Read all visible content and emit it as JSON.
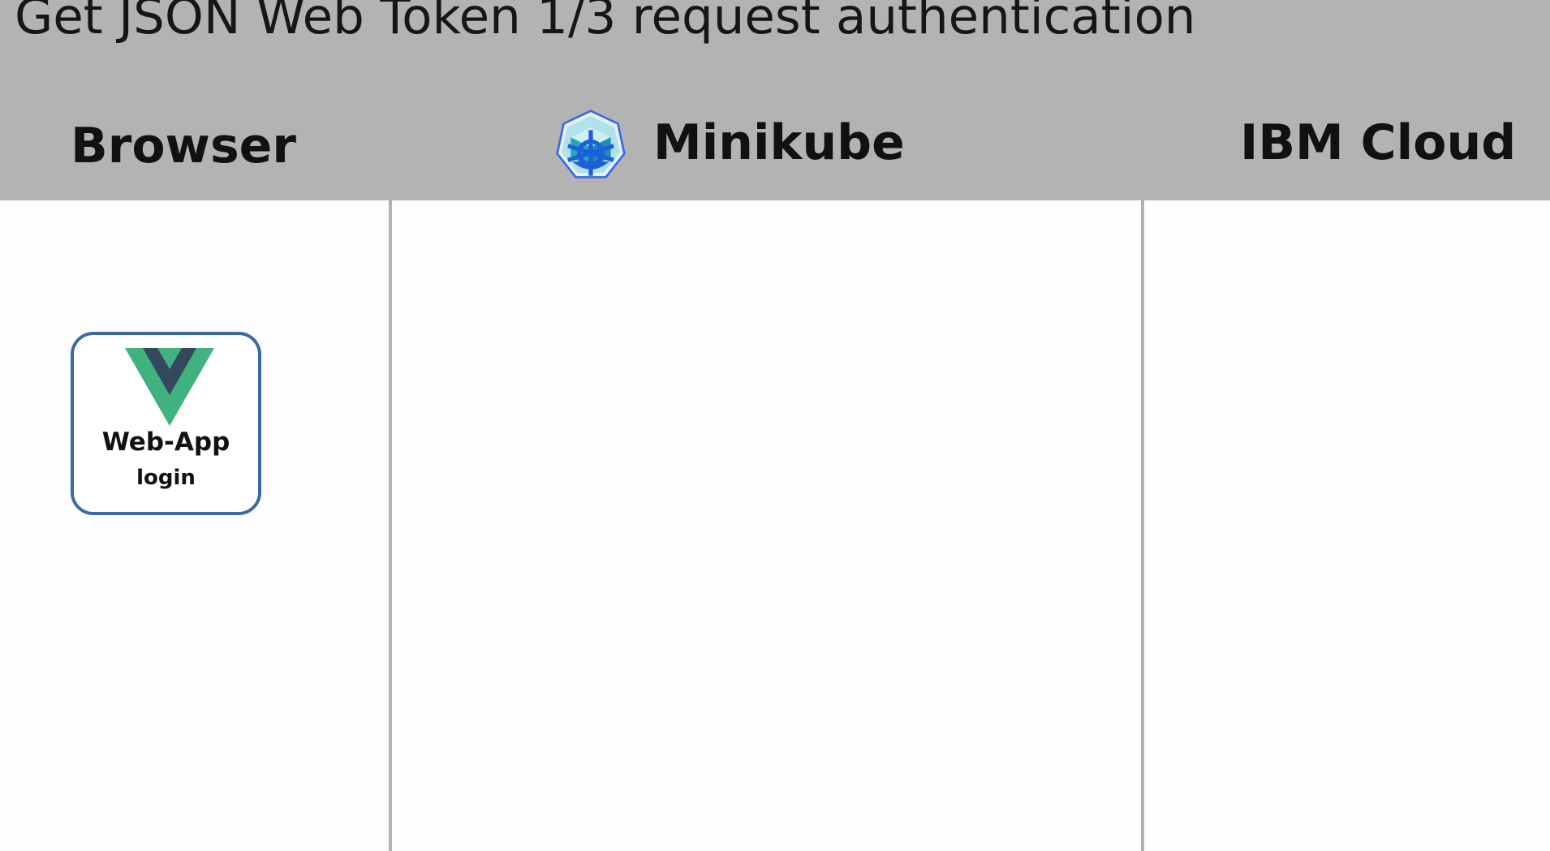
{
  "diagram": {
    "title": "Get JSON Web Token 1/3 request authentication",
    "lanes": [
      {
        "label": "Browser"
      },
      {
        "label": "Minikube",
        "icon": "kubernetes-icon"
      },
      {
        "label": "IBM Cloud"
      }
    ],
    "nodes": [
      {
        "title": "Web-App",
        "subtitle": "login",
        "icon": "vue-icon",
        "lane": "Browser"
      }
    ]
  },
  "colors": {
    "header_background": "#b3b3b3",
    "node_border": "#3b6aa2",
    "vue_green": "#3fb27f",
    "vue_dark": "#34495e",
    "kubernetes_blue": "#326ce5"
  }
}
